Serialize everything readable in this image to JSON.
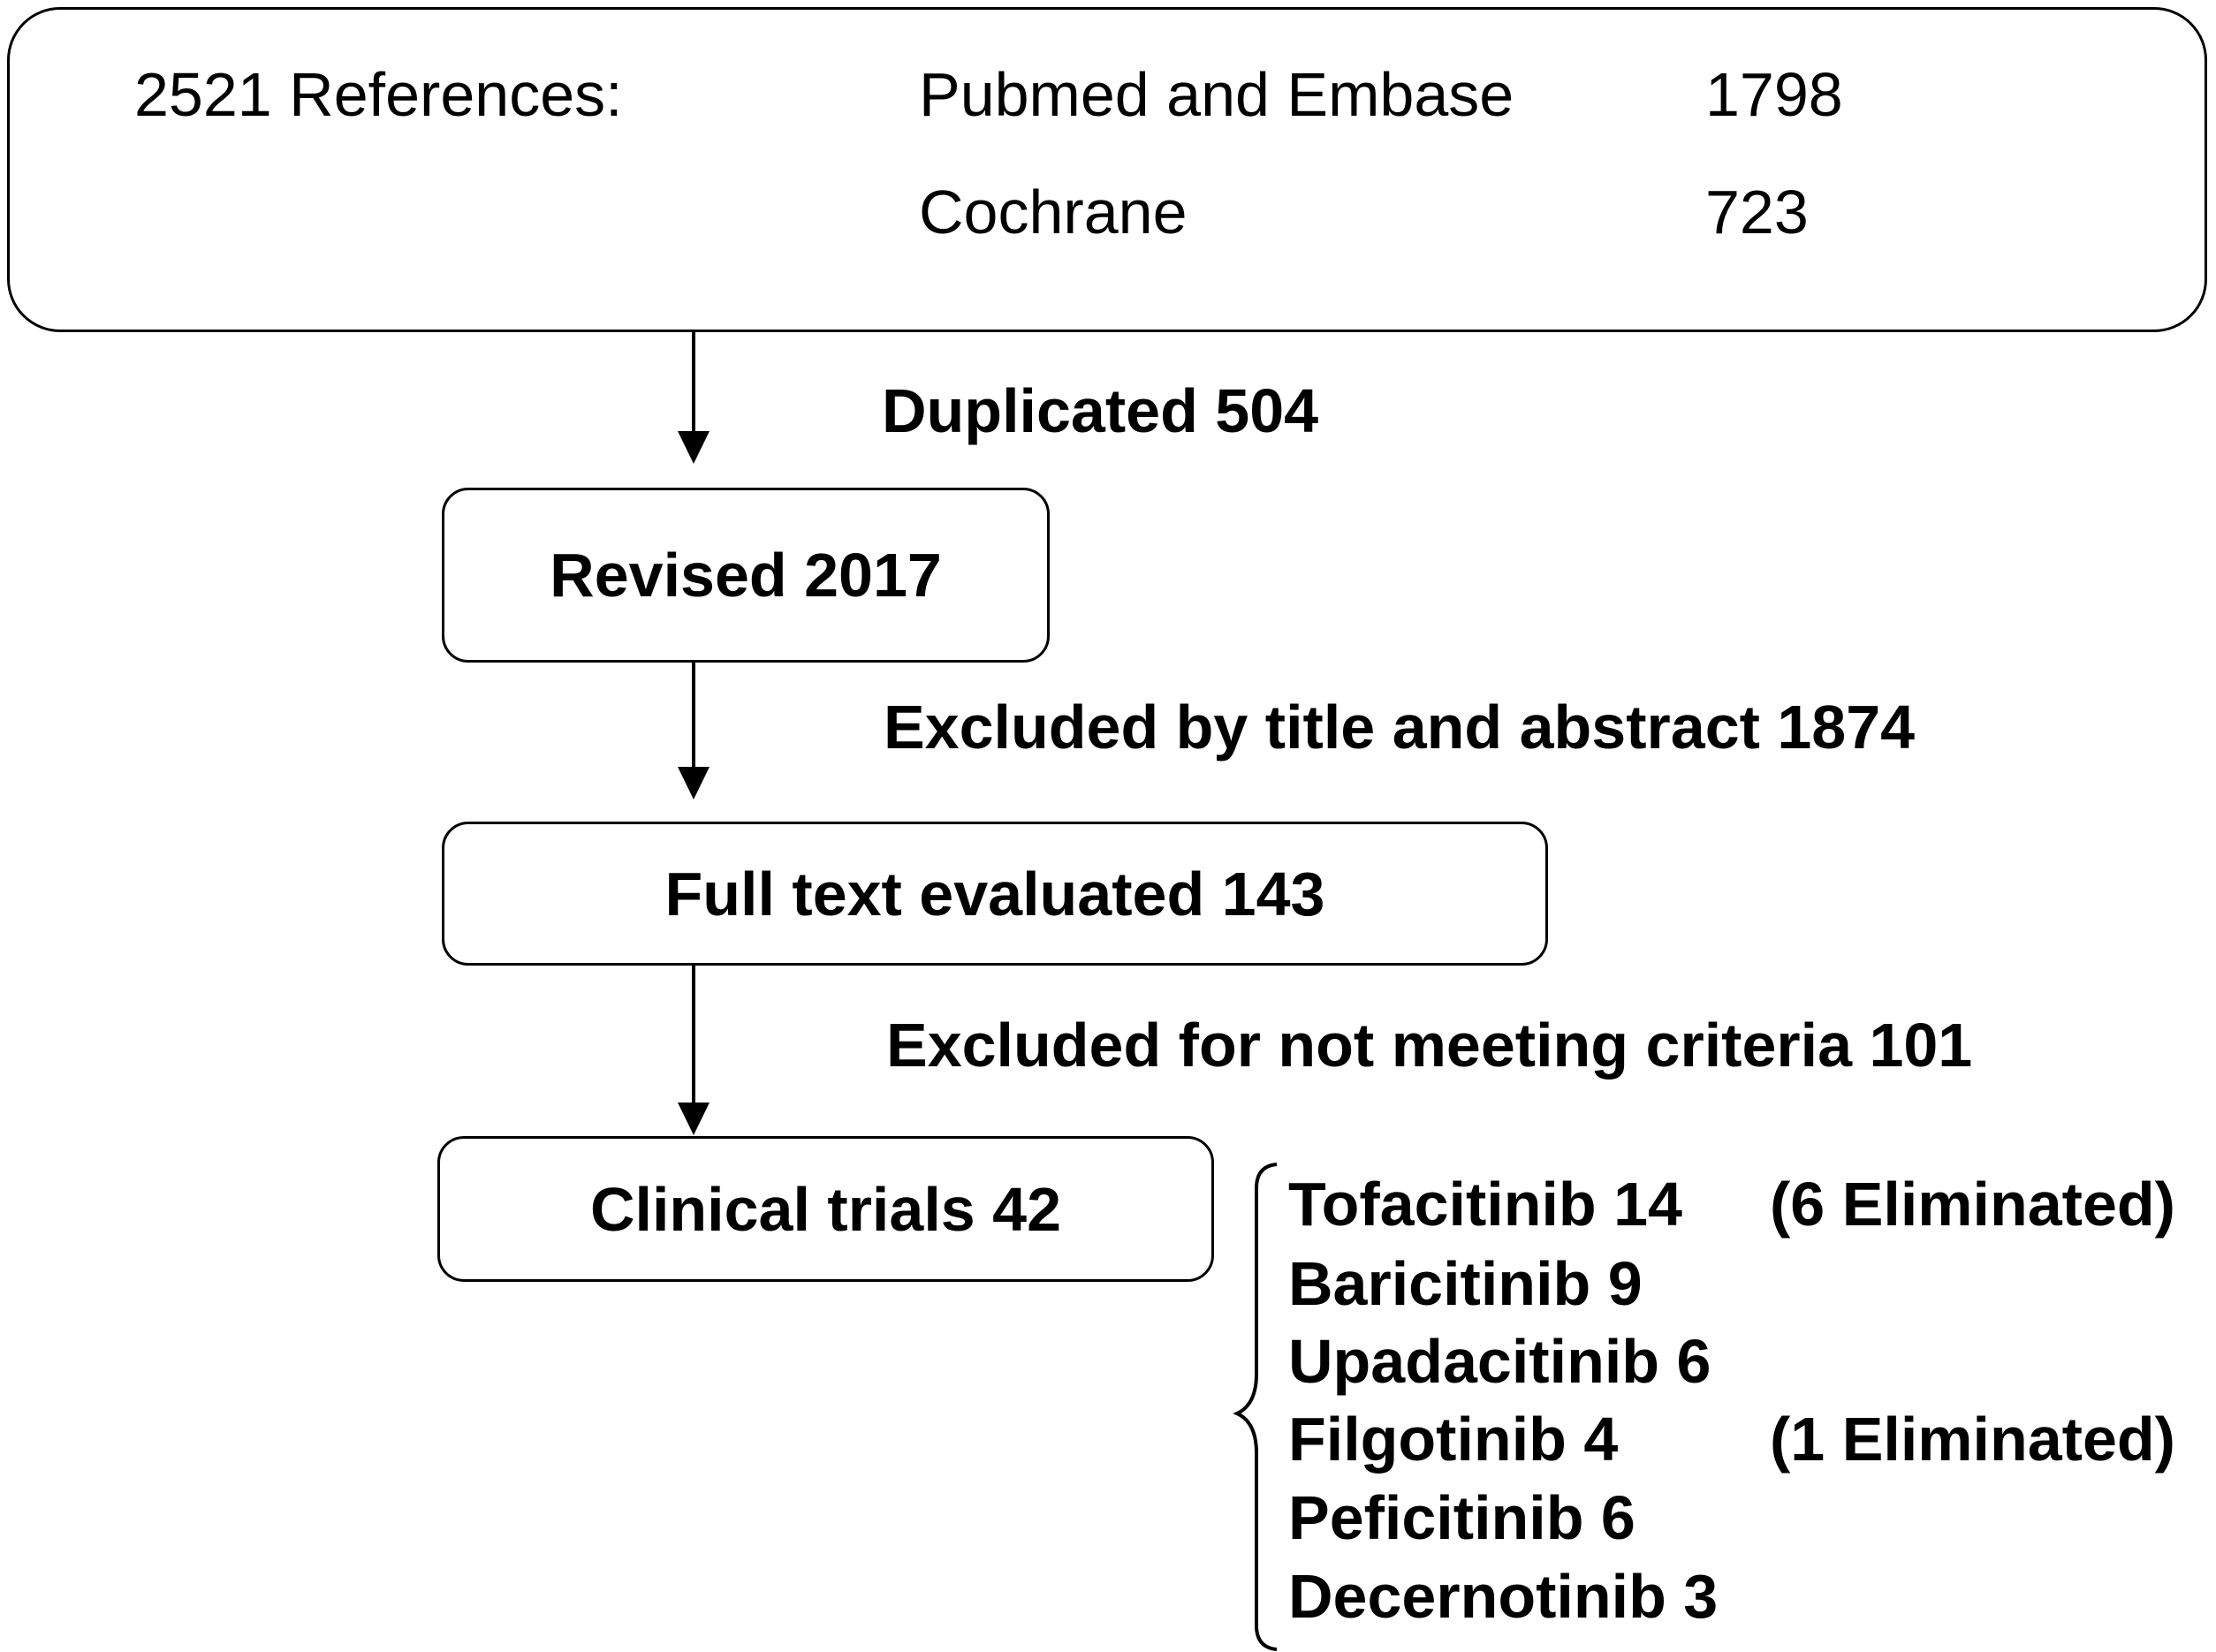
{
  "sources": {
    "total_label": "2521 References:",
    "rows": [
      {
        "name": "Pubmed and Embase",
        "count": "1798"
      },
      {
        "name": "Cochrane",
        "count": "723"
      }
    ]
  },
  "steps": {
    "duplicated": "Duplicated 504",
    "revised": "Revised 2017",
    "excluded_title": "Excluded by title and abstract 1874",
    "full_text": "Full text evaluated 143",
    "excluded_criteria": "Excluded for not meeting criteria 101",
    "clinical_trials": "Clinical trials 42"
  },
  "drugs": [
    {
      "label": "Tofacitinib 14",
      "note": "(6 Eliminated)"
    },
    {
      "label": "Baricitinib 9",
      "note": ""
    },
    {
      "label": "Upadacitinib 6",
      "note": ""
    },
    {
      "label": "Filgotinib 4",
      "note": "(1 Eliminated)"
    },
    {
      "label": "Peficitinib 6",
      "note": ""
    },
    {
      "label": "Decernotinib 3",
      "note": ""
    }
  ]
}
